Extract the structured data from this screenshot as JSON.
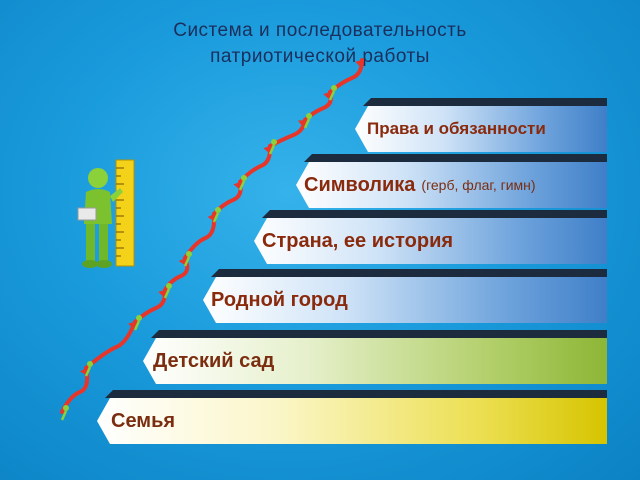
{
  "title": {
    "line1": "Система и последовательность",
    "line2": "патриотической работы"
  },
  "steps": [
    {
      "label": "Права и обязанности",
      "sub": ""
    },
    {
      "label": "Символика",
      "sub": "(герб, флаг, гимн)"
    },
    {
      "label": "Страна, ее история",
      "sub": ""
    },
    {
      "label": "Родной город",
      "sub": ""
    },
    {
      "label": "Детский сад",
      "sub": ""
    },
    {
      "label": "Семья",
      "sub": ""
    }
  ],
  "colors": {
    "background": "#1a9bdc",
    "title": "#1b2f5c",
    "label": "#7b2d10",
    "arrow": "#e8352a",
    "figure": "#8bd13a",
    "ruler": "#f4d21a"
  },
  "icons": {
    "figure": "green-figure-with-ruler-icon",
    "stairs": "red-arrow-stair-icon"
  }
}
